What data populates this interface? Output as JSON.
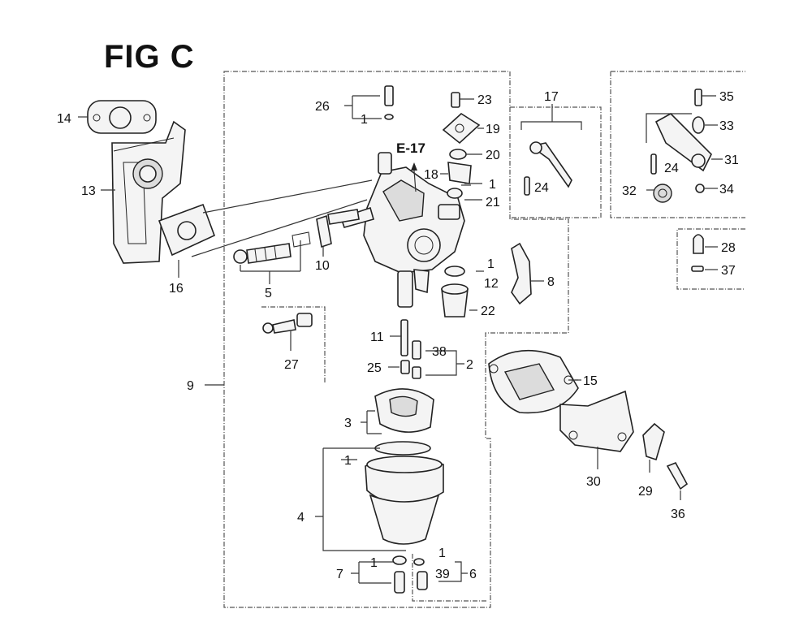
{
  "figure_title": "FIG C",
  "callout_E": "E-17",
  "labels": {
    "l14": "14",
    "l13": "13",
    "l16": "16",
    "l26": "26",
    "l1a": "1",
    "l23": "23",
    "l19": "19",
    "l20": "20",
    "l18": "18",
    "l1b": "1",
    "l21": "21",
    "l17": "17",
    "l24a": "24",
    "l35": "35",
    "l33": "33",
    "l31": "31",
    "l24b": "24",
    "l32": "32",
    "l34": "34",
    "l28": "28",
    "l37": "37",
    "l10": "10",
    "l5": "5",
    "l1c": "1",
    "l12": "12",
    "l8": "8",
    "l22": "22",
    "l27": "27",
    "l9": "9",
    "l11": "11",
    "l38": "38",
    "l2": "2",
    "l25": "25",
    "l15": "15",
    "l3": "3",
    "l1d": "1",
    "l4": "4",
    "l30": "30",
    "l29": "29",
    "l36": "36",
    "l1e": "1",
    "l1f": "1",
    "l39": "39",
    "l7": "7",
    "l6": "6"
  },
  "colors": {
    "ink": "#222222",
    "background": "#ffffff",
    "frame": "#555555"
  }
}
